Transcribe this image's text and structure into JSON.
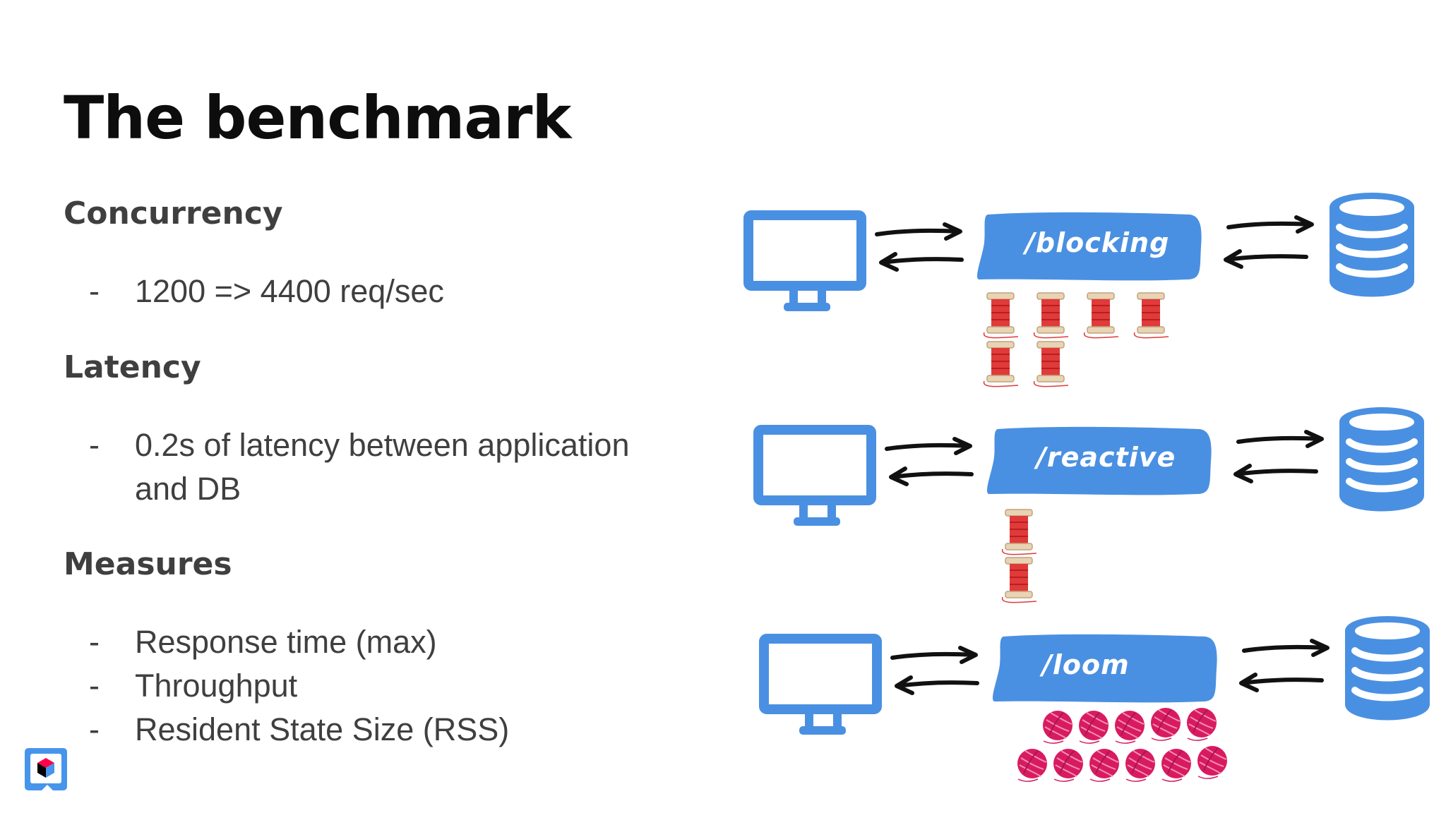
{
  "slide": {
    "title": "The benchmark",
    "sections": [
      {
        "heading": "Concurrency",
        "bullets": [
          "1200 => 4400 req/sec"
        ]
      },
      {
        "heading": "Latency",
        "bullets": [
          "0.2s of latency between application and DB"
        ]
      },
      {
        "heading": "Measures",
        "bullets": [
          "Response time (max)",
          "Throughput",
          "Resident State Size (RSS)"
        ]
      }
    ],
    "bullet_marker": "-"
  },
  "diagram": {
    "rows": [
      {
        "label": "/blocking",
        "resource": "spools",
        "count": 6
      },
      {
        "label": "/reactive",
        "resource": "spools",
        "count": 2
      },
      {
        "label": "/loom",
        "resource": "yarn balls",
        "count": 11
      }
    ],
    "colors": {
      "accent_blue": "#4a90e2",
      "thread_red": "#e03a3a",
      "yarn_pink": "#d81b60"
    },
    "icons": [
      "monitor-icon",
      "database-icon",
      "arrow-right-icon",
      "arrow-left-icon",
      "spool-icon",
      "yarn-ball-icon"
    ]
  },
  "logo": {
    "icon": "quarkus-logo-icon"
  }
}
